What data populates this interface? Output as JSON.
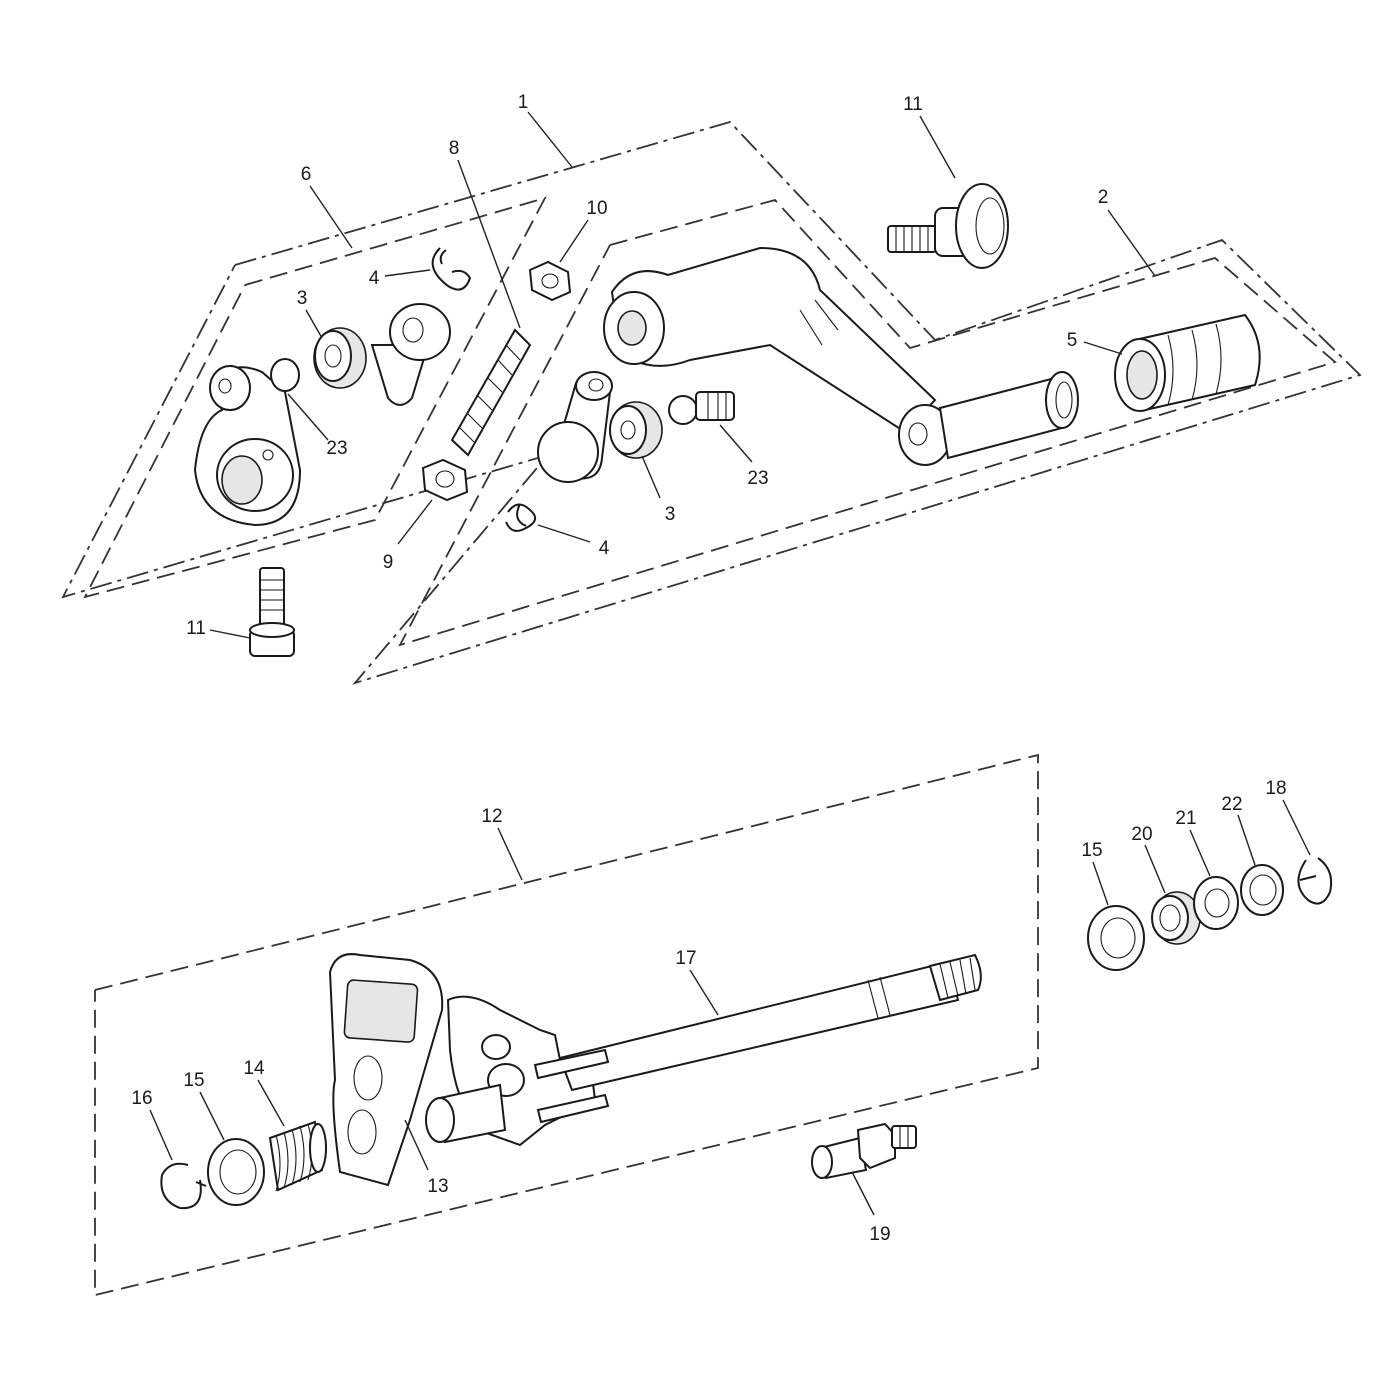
{
  "callouts": [
    {
      "id": "c1",
      "text": "1"
    },
    {
      "id": "c2",
      "text": "2"
    },
    {
      "id": "c3a",
      "text": "3"
    },
    {
      "id": "c3b",
      "text": "3"
    },
    {
      "id": "c4a",
      "text": "4"
    },
    {
      "id": "c4b",
      "text": "4"
    },
    {
      "id": "c5",
      "text": "5"
    },
    {
      "id": "c6",
      "text": "6"
    },
    {
      "id": "c8",
      "text": "8"
    },
    {
      "id": "c9",
      "text": "9"
    },
    {
      "id": "c10",
      "text": "10"
    },
    {
      "id": "c11a",
      "text": "11"
    },
    {
      "id": "c11b",
      "text": "11"
    },
    {
      "id": "c12",
      "text": "12"
    },
    {
      "id": "c13",
      "text": "13"
    },
    {
      "id": "c14",
      "text": "14"
    },
    {
      "id": "c15a",
      "text": "15"
    },
    {
      "id": "c15b",
      "text": "15"
    },
    {
      "id": "c16",
      "text": "16"
    },
    {
      "id": "c17",
      "text": "17"
    },
    {
      "id": "c18",
      "text": "18"
    },
    {
      "id": "c19",
      "text": "19"
    },
    {
      "id": "c20",
      "text": "20"
    },
    {
      "id": "c21",
      "text": "21"
    },
    {
      "id": "c22",
      "text": "22"
    },
    {
      "id": "c23a",
      "text": "23"
    },
    {
      "id": "c23b",
      "text": "23"
    }
  ]
}
